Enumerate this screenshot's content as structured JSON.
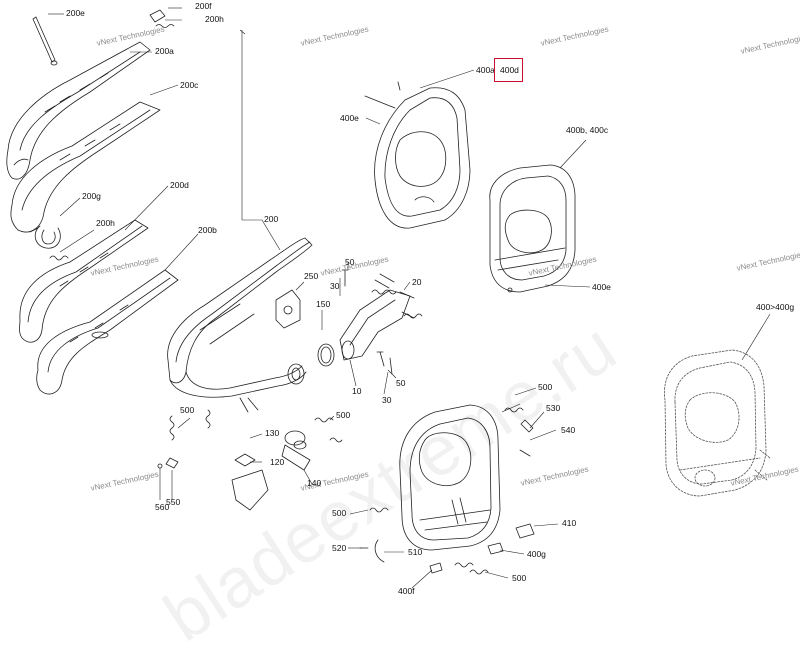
{
  "callouts": {
    "c200e": "200e",
    "c200f": "200f",
    "c200h_top": "200h",
    "c200a": "200a",
    "c200c": "200c",
    "c200g": "200g",
    "c200d": "200d",
    "c200h": "200h",
    "c200b": "200b",
    "c200": "200",
    "c250": "250",
    "c50_top": "50",
    "c30_top": "30",
    "c20": "20",
    "c150": "150",
    "c10": "10",
    "c50_bottom": "50",
    "c30_bottom": "30",
    "c400a": "400a",
    "c400d": "400d",
    "c400e_top": "400e",
    "c400bc": "400b, 400c",
    "c400e_right": "400e",
    "c400range": "400>400g",
    "c500_a": "500",
    "c500_b": "500",
    "c130": "130",
    "c120": "120",
    "c140": "140",
    "c560": "560",
    "c550": "550",
    "c500_c": "500",
    "c530": "530",
    "c540": "540",
    "c500_d": "500",
    "c410": "410",
    "c520": "520",
    "c510": "510",
    "c400g": "400g",
    "c500_e": "500",
    "c400f": "400f"
  },
  "watermarks": {
    "vnext": "vNext Technologies",
    "site": "bladeextreme.ru"
  },
  "colors": {
    "highlight": "#c8102e",
    "line": "#222222",
    "watermark": "#8c8c8c"
  }
}
